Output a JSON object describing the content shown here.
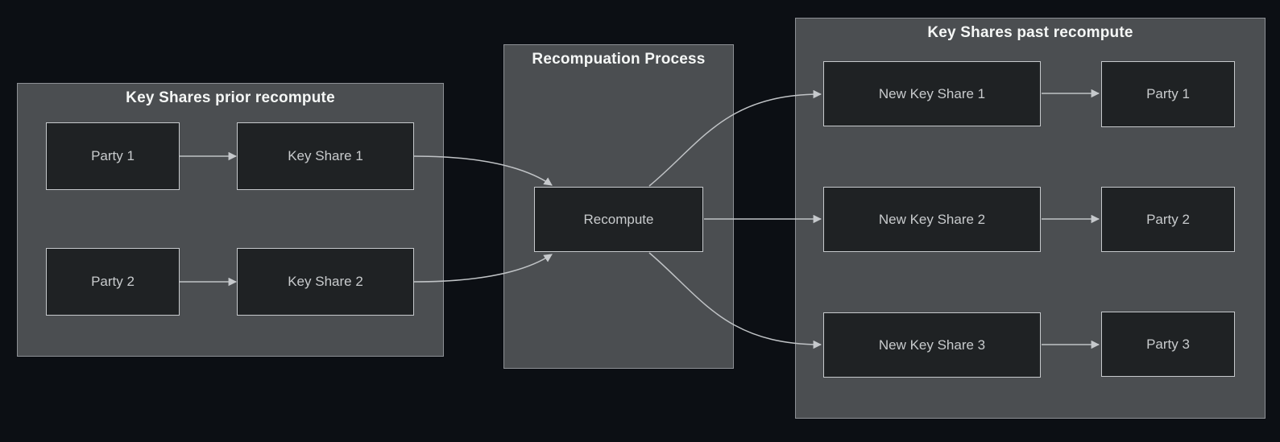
{
  "diagram": {
    "clusters": {
      "prior": {
        "title": "Key Shares prior recompute"
      },
      "process": {
        "title": "Recompuation Process"
      },
      "past": {
        "title": "Key Shares past recompute"
      }
    },
    "nodes": {
      "party1_prior": {
        "label": "Party 1"
      },
      "keyshare1": {
        "label": "Key Share 1"
      },
      "party2_prior": {
        "label": "Party 2"
      },
      "keyshare2": {
        "label": "Key Share 2"
      },
      "recompute": {
        "label": "Recompute"
      },
      "new_keyshare1": {
        "label": "New Key Share 1"
      },
      "party1_past": {
        "label": "Party 1"
      },
      "new_keyshare2": {
        "label": "New Key Share 2"
      },
      "party2_past": {
        "label": "Party 2"
      },
      "new_keyshare3": {
        "label": "New Key Share 3"
      },
      "party3_past": {
        "label": "Party 3"
      }
    },
    "edges": [
      {
        "from": "party1_prior",
        "to": "keyshare1"
      },
      {
        "from": "party2_prior",
        "to": "keyshare2"
      },
      {
        "from": "keyshare1",
        "to": "recompute"
      },
      {
        "from": "keyshare2",
        "to": "recompute"
      },
      {
        "from": "recompute",
        "to": "new_keyshare1"
      },
      {
        "from": "recompute",
        "to": "new_keyshare2"
      },
      {
        "from": "recompute",
        "to": "new_keyshare3"
      },
      {
        "from": "new_keyshare1",
        "to": "party1_past"
      },
      {
        "from": "new_keyshare2",
        "to": "party2_past"
      },
      {
        "from": "new_keyshare3",
        "to": "party3_past"
      }
    ],
    "colors": {
      "background": "#0c0f14",
      "cluster_fill": "#4b4e51",
      "cluster_border": "#8d9095",
      "cluster_title_text": "#f5f7f6",
      "node_fill": "#1f2224",
      "node_border": "#c6c9cc",
      "node_text": "#c8cbcd",
      "edge": "#c0c3c6"
    }
  }
}
